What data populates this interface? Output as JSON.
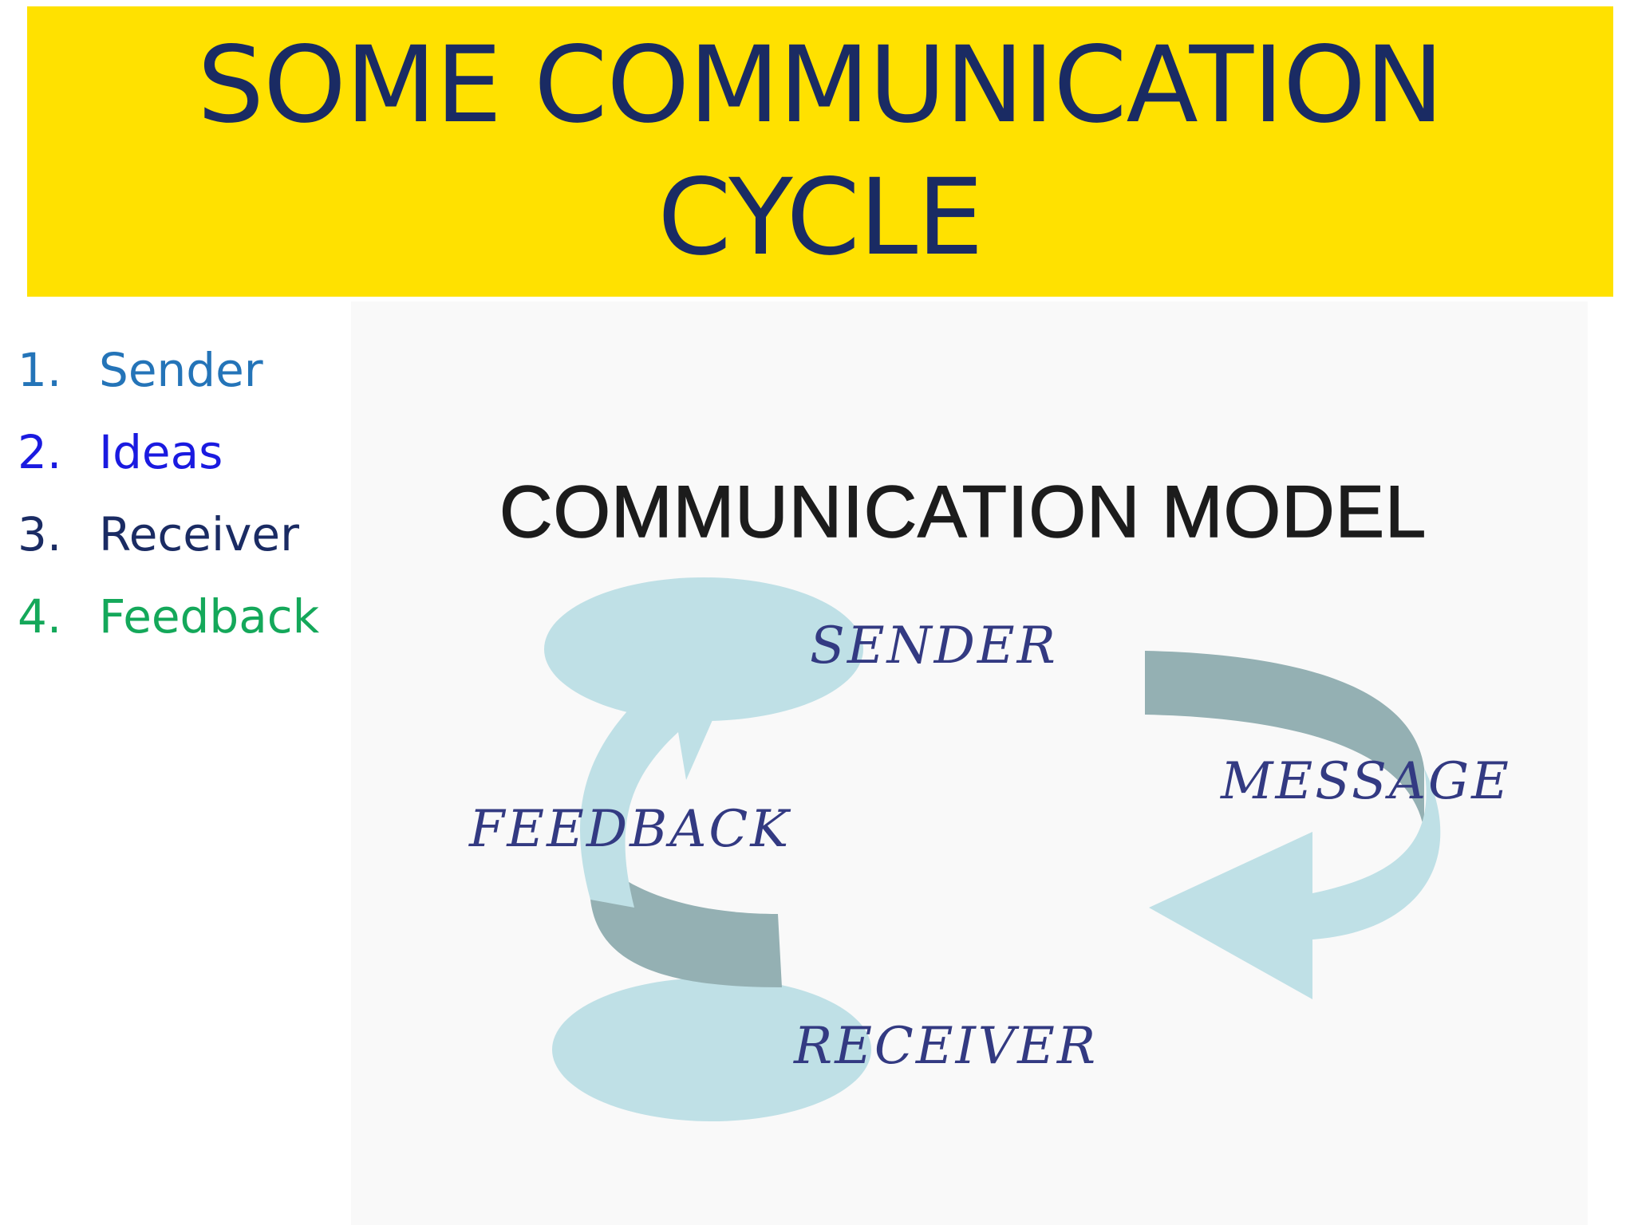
{
  "title": {
    "line1": "SOME COMMUNICATION",
    "line2": "CYCLE"
  },
  "bullets": [
    {
      "num": "1.",
      "label": "Sender",
      "color": "#2474b8"
    },
    {
      "num": "2.",
      "label": "Ideas",
      "color": "#1a1ae0"
    },
    {
      "num": "3.",
      "label": "Receiver",
      "color": "#1a2b63"
    },
    {
      "num": "4.",
      "label": "Feedback",
      "color": "#14a85a"
    }
  ],
  "diagram": {
    "title": "COMMUNICATION MODEL",
    "sender": "SENDER",
    "message": "MESSAGE",
    "receiver": "RECEIVER",
    "feedback": "FEEDBACK",
    "colors": {
      "ellipse": "#bfe0e6",
      "arrow_light": "#bfe0e6",
      "arrow_dark": "#94b0b3",
      "label": "#333a82"
    }
  }
}
